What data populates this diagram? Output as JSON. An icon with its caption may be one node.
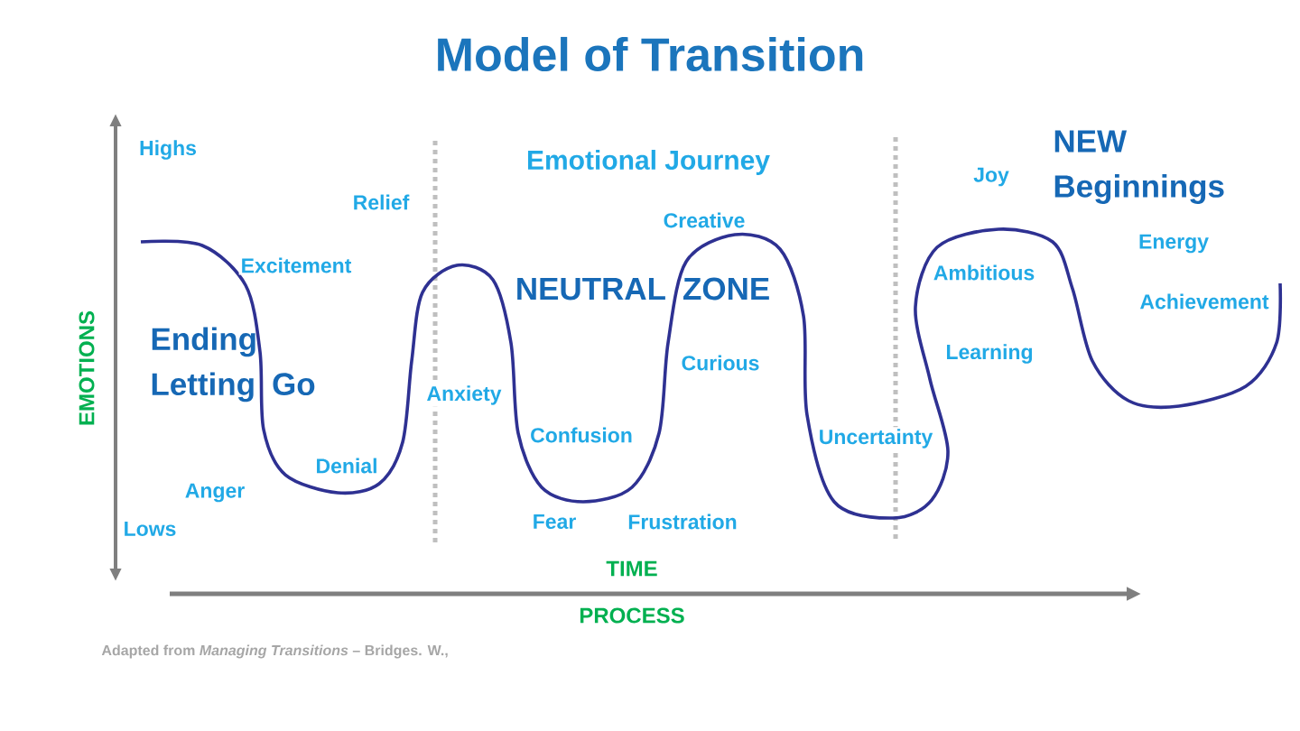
{
  "diagram": {
    "title": "Model of Transition",
    "labels": [
      "Highs",
      "NEW Beginnings",
      "Emotional Journey",
      "Joy",
      "Relief",
      "Creative",
      "Energy",
      "Excitement",
      "Ambitious",
      "NEUTRAL ZONE",
      "Achievement",
      "Ending Letting Go",
      "EMOTIONS",
      "Learning",
      "Curious",
      "Anxiety",
      "Confusion",
      "Uncertainty",
      "Denial",
      "Anger",
      "Fear",
      "Frustration",
      "Lows",
      "TIME",
      "PROCESS",
      "Adapted from *Managing Transitions* – Bridges. W.,"
    ]
  }
}
